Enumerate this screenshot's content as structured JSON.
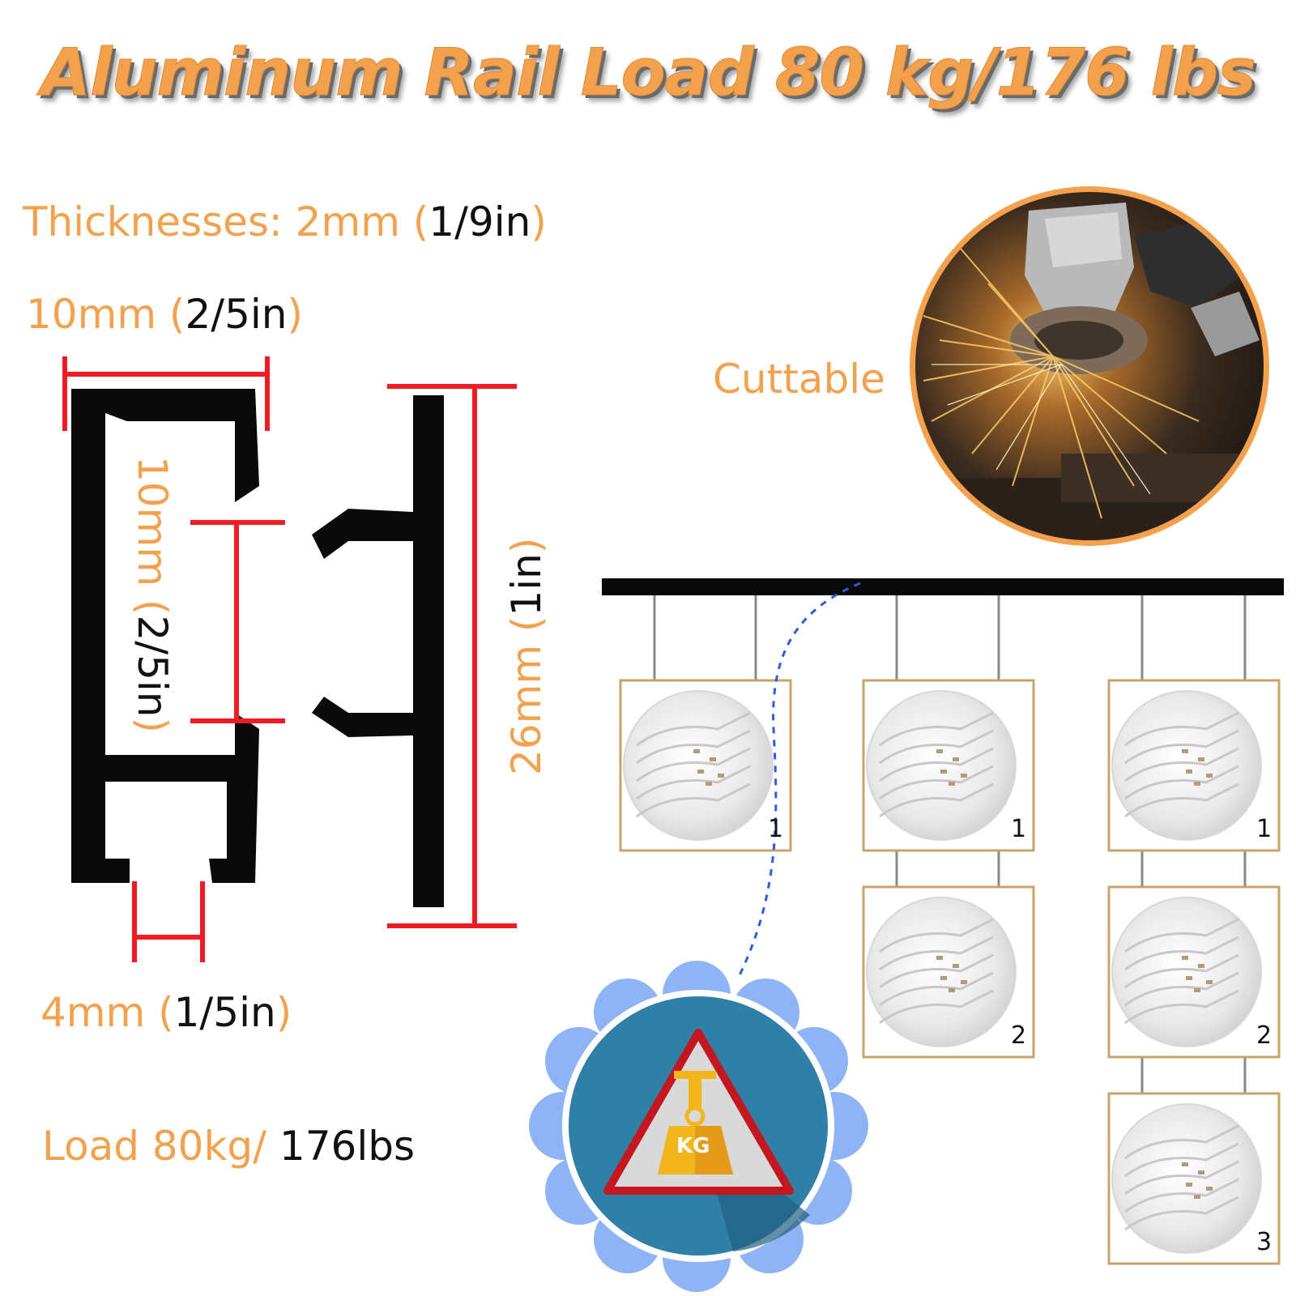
{
  "title": "Aluminum Rail Load 80 kg/176 lbs",
  "specs": {
    "thickness": {
      "label": "Thicknesses: 2mm (",
      "value": "1/9in",
      "close": ")"
    },
    "width_top": {
      "label": "10mm (",
      "value": "2/5in",
      "close": ")"
    },
    "inner_height": {
      "label": "10mm (",
      "value": "2/5in",
      "close": ")"
    },
    "total_height": {
      "label": "26mm (",
      "value": "1in",
      "close": ")"
    },
    "slot_width": {
      "label": "4mm (",
      "value": "1/5in",
      "close": ")"
    },
    "load": {
      "label": "Load 80kg/ ",
      "value": "176lbs"
    }
  },
  "cuttable_label": "Cuttable",
  "weight_badge_text": "KG",
  "frames": [
    {
      "col": 1,
      "row": 1,
      "number": "1"
    },
    {
      "col": 2,
      "row": 1,
      "number": "1"
    },
    {
      "col": 3,
      "row": 1,
      "number": "1"
    },
    {
      "col": 2,
      "row": 2,
      "number": "2"
    },
    {
      "col": 3,
      "row": 2,
      "number": "2"
    },
    {
      "col": 3,
      "row": 3,
      "number": "3"
    }
  ],
  "colors": {
    "accent_orange": "#f4a14d",
    "dimension_red": "#ee1c24",
    "rail_black": "#0a0a0a",
    "badge_blue": "#2f7fa6",
    "petal_blue": "#8fb4f5"
  },
  "icons": [
    "angle-grinder-photo",
    "weight-warning-icon"
  ]
}
